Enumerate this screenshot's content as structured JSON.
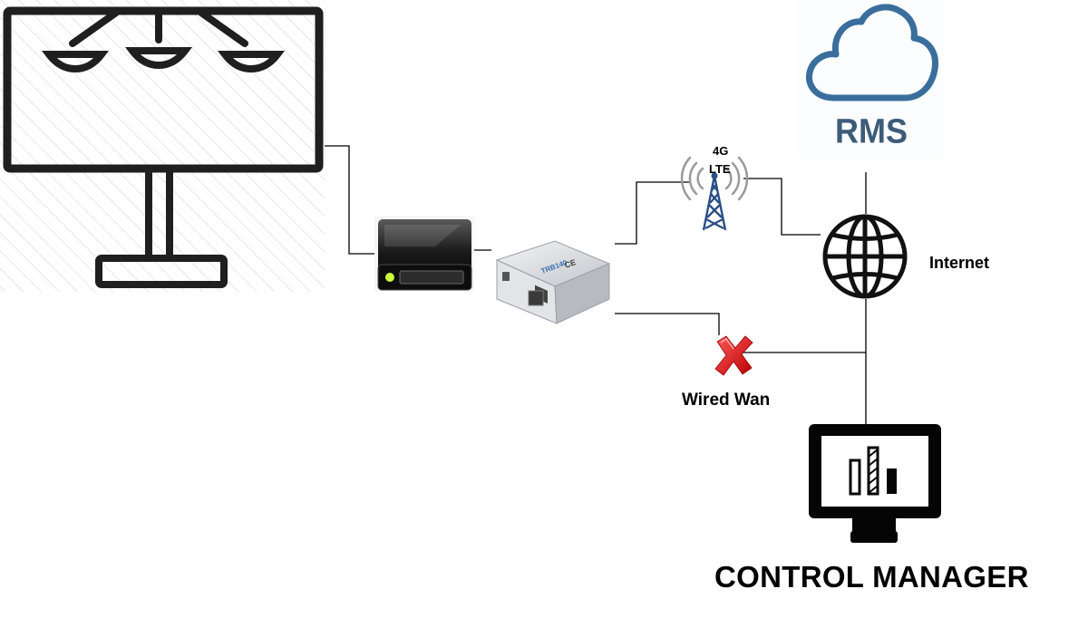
{
  "diagram": {
    "labels": {
      "cloud": "RMS",
      "lte_top": "4G",
      "lte_bottom": "LTE",
      "internet": "Internet",
      "wired": "Wired Wan",
      "manager": "CONTROL MANAGER"
    },
    "device_text": {
      "router_model": "TRB140",
      "router_mark": "CE"
    },
    "icons": [
      "billboard-icon",
      "media-player-icon",
      "router-icon",
      "cell-tower-icon",
      "cloud-icon",
      "globe-icon",
      "red-x-icon",
      "monitor-chart-icon"
    ],
    "colors": {
      "line": "#000000",
      "cloud_stroke": "#3a6e9c",
      "cloud_text": "#3c5c78",
      "tower": "#2a4f86",
      "x_mark": "#e3161d",
      "router_body": "#d6d8dc",
      "player_body": "#111111"
    }
  }
}
